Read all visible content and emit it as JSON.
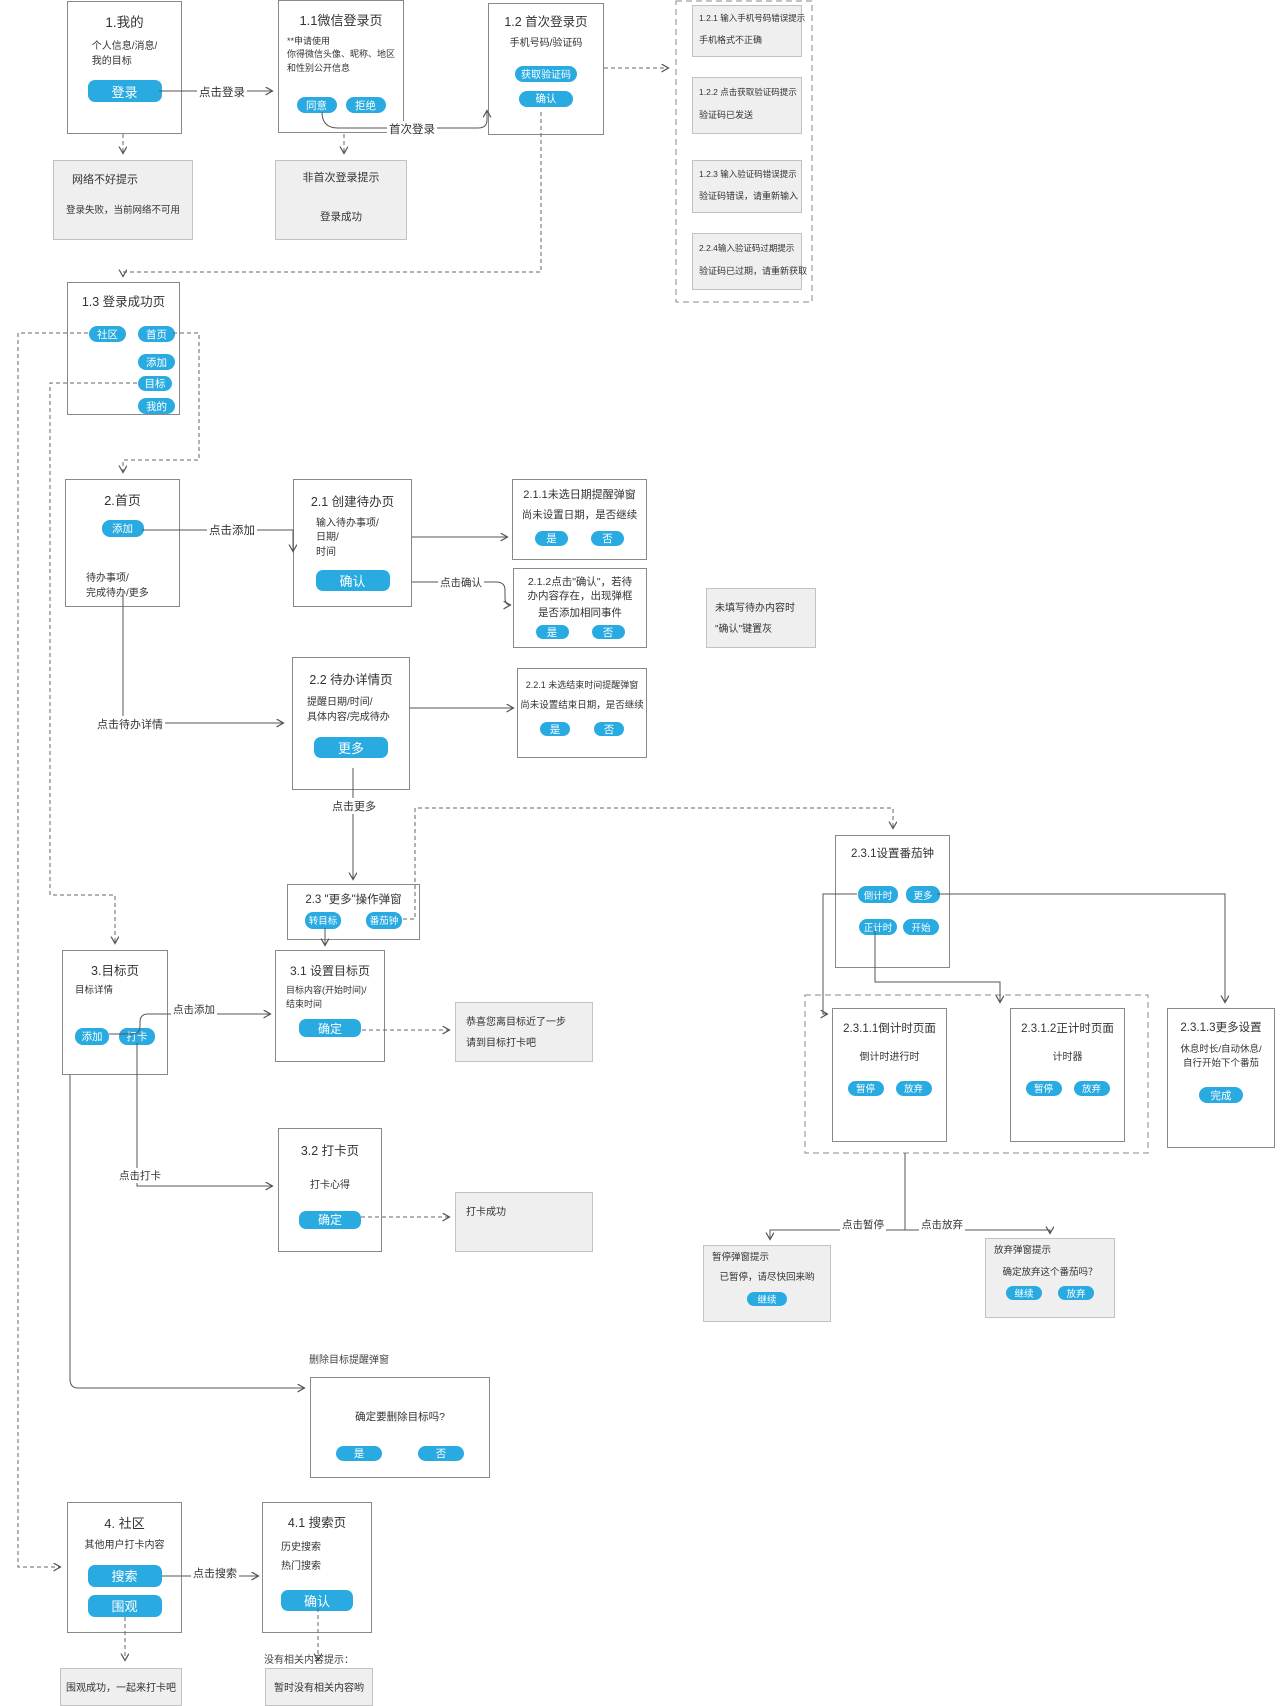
{
  "colors": {
    "accent": "#29abe2",
    "line": "#555555",
    "note_bg": "#efefef"
  },
  "nodes": {
    "mine": {
      "title": "1.我的",
      "body": "个人信息/消息/\n我的目标",
      "login": "登录"
    },
    "wechat": {
      "title": "1.1微信登录页",
      "body": "**申请使用\n你得微信头像、昵称、地区\n和性别公开信息",
      "agree": "同意",
      "reject": "拒绝"
    },
    "firstlogin": {
      "title": "1.2 首次登录页",
      "body": "手机号码/验证码",
      "getcode": "获取验证码",
      "confirm": "确认"
    },
    "loginok": {
      "title": "1.3 登录成功页",
      "community": "社区",
      "home": "首页",
      "add": "添加",
      "goal": "目标",
      "mine": "我的"
    },
    "home": {
      "title": "2.首页",
      "add": "添加",
      "body": "待办事项/\n完成待办/更多"
    },
    "createtodo": {
      "title": "2.1 创建待办页",
      "body": "输入待办事项/\n日期/\n时间",
      "confirm": "确认"
    },
    "nodate": {
      "title": "2.1.1未选日期提醒弹窗",
      "body": "尚未设置日期，是否继续",
      "yes": "是",
      "no": "否"
    },
    "duptodo": {
      "title": "2.1.2点击\"确认\"，若待\n办内容存在，出现弹框",
      "body": "是否添加相同事件",
      "yes": "是",
      "no": "否"
    },
    "tododetail": {
      "title": "2.2 待办详情页",
      "body": "提醒日期/时间/\n具体内容/完成待办",
      "more": "更多"
    },
    "noend": {
      "title": "2.2.1 未选结束时间提醒弹窗",
      "body": "尚未设置结束日期，是否继续",
      "yes": "是",
      "no": "否"
    },
    "morepopup": {
      "title": "2.3 \"更多\"操作弹窗",
      "togoal": "转目标",
      "pomodoro": "番茄钟"
    },
    "pomosetup": {
      "title": "2.3.1设置番茄钟",
      "countdown": "倒计时",
      "more": "更多",
      "countup": "正计时",
      "start": "开始"
    },
    "countdownpage": {
      "title": "2.3.1.1倒计时页面",
      "body": "倒计时进行时",
      "pause": "暂停",
      "abandon": "放弃"
    },
    "countuppage": {
      "title": "2.3.1.2正计时页面",
      "body": "计时器",
      "pause": "暂停",
      "abandon": "放弃"
    },
    "moresettings": {
      "title": "2.3.1.3更多设置",
      "body": "休息时长/自动休息/\n自行开始下个番茄",
      "done": "完成"
    },
    "goalpage": {
      "title": "3.目标页",
      "body": "目标详情",
      "add": "添加",
      "checkin": "打卡"
    },
    "setgoal": {
      "title": "3.1 设置目标页",
      "body": "目标内容(开始时间)/\n结束时间",
      "confirm": "确定"
    },
    "checkinpage": {
      "title": "3.2 打卡页",
      "body": "打卡心得",
      "confirm": "确定"
    },
    "deletegoal": {
      "label": "删除目标提醒弹窗",
      "body": "确定要删除目标吗?",
      "yes": "是",
      "no": "否"
    },
    "communitypage": {
      "title": "4. 社区",
      "body": "其他用户打卡内容",
      "search": "搜索",
      "watch": "围观"
    },
    "searchpage": {
      "title": "4.1 搜索页",
      "body": "历史搜索\n热门搜索",
      "confirm": "确认"
    },
    "pausepopup": {
      "title": "暂停弹窗提示",
      "body": "已暂停，请尽快回来哟",
      "continue": "继续"
    },
    "abandonpopup": {
      "title": "放弃弹窗提示",
      "body": "确定放弃这个番茄吗？",
      "continue": "继续",
      "abandon": "放弃"
    }
  },
  "notes": {
    "neterror": {
      "title": "网络不好提示",
      "body": "登录失败，当前网络不可用"
    },
    "notfirst": {
      "title": "非首次登录提示",
      "body": "登录成功"
    },
    "errphone": {
      "title": "1.2.1 输入手机号码错误提示",
      "body": "手机格式不正确"
    },
    "codesent": {
      "title": "1.2.2 点击获取验证码提示",
      "body": "验证码已发送"
    },
    "errcode": {
      "title": "1.2.3 输入验证码错误提示",
      "body": "验证码错误，请重新输入"
    },
    "codeexpired": {
      "title": "2.2.4输入验证码过期提示",
      "body": "验证码已过期，请重新获取"
    },
    "emptytodo": {
      "body": "未填写待办内容时\n\"确认\"键置灰"
    },
    "congrats": {
      "body": "恭喜您离目标近了一步\n请到目标打卡吧"
    },
    "checkinok": {
      "body": "打卡成功"
    },
    "watchok": {
      "body": "围观成功，一起来打卡吧"
    },
    "nocontent": {
      "label": "没有相关内容提示：",
      "body": "暂时没有相关内容哟"
    }
  },
  "edges": {
    "clicklogin": "点击登录",
    "firsttime": "首次登录",
    "clickadd": "点击添加",
    "clickconfirm": "点击确认",
    "clicktododetail": "点击待办详情",
    "clickmore": "点击更多",
    "clickadd2": "点击添加",
    "clickcheckin": "点击打卡",
    "clickpause": "点击暂停",
    "clickabandon": "点击放弃",
    "clicksearch": "点击搜索"
  }
}
